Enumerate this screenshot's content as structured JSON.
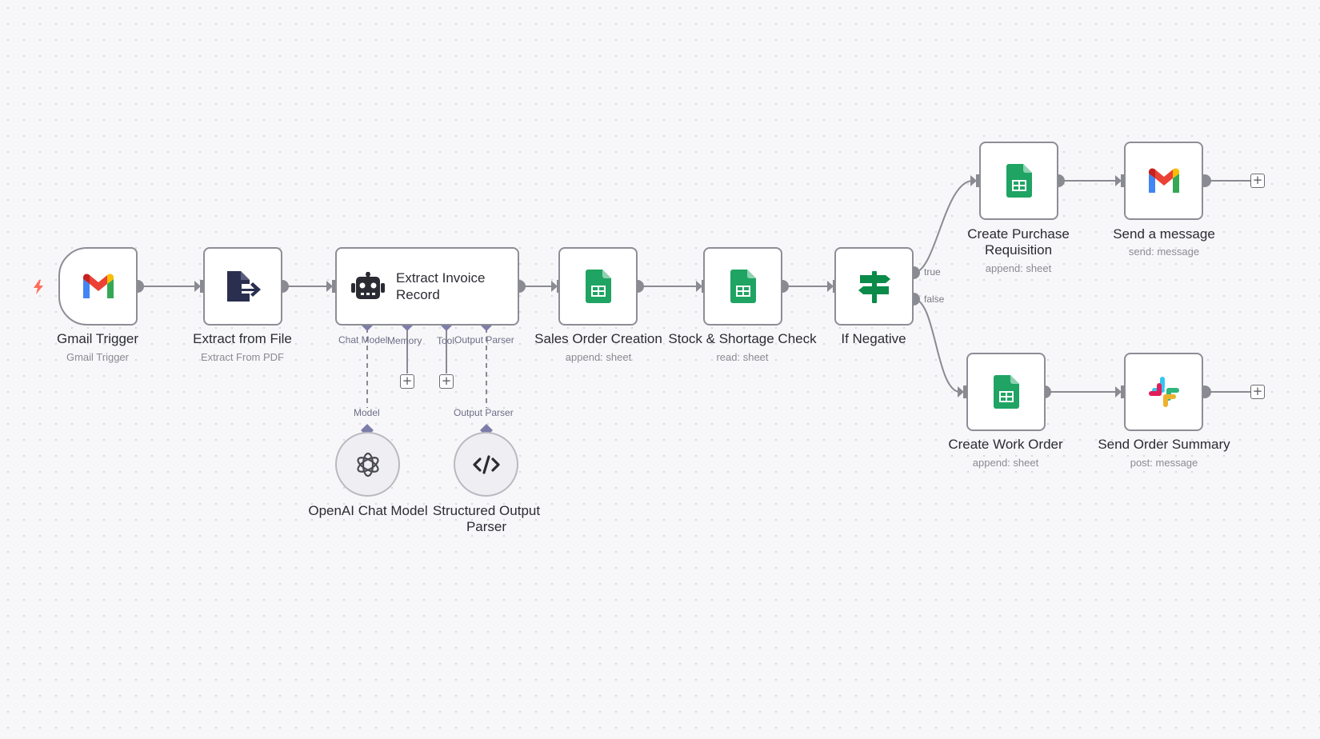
{
  "canvas": {
    "nodes": {
      "gmail_trigger": {
        "title": "Gmail Trigger",
        "subtitle": "Gmail Trigger",
        "icon": "gmail-icon"
      },
      "extract_file": {
        "title": "Extract from File",
        "subtitle": "Extract From PDF",
        "icon": "file-export-icon"
      },
      "agent": {
        "title": "Extract Invoice Record",
        "icon": "robot-icon",
        "ports": {
          "chat_model": "Chat Model",
          "memory": "Memory",
          "tool": "Tool",
          "output_parser": "Output Parser"
        }
      },
      "sales_order": {
        "title": "Sales Order Creation",
        "subtitle": "append: sheet",
        "icon": "google-sheets-icon"
      },
      "stock_check": {
        "title": "Stock & Shortage Check",
        "subtitle": "read: sheet",
        "icon": "google-sheets-icon"
      },
      "if_negative": {
        "title": "If Negative",
        "icon": "signpost-icon",
        "true_label": "true",
        "false_label": "false"
      },
      "purchase_req": {
        "title": "Create Purchase Requisition",
        "subtitle": "append: sheet",
        "icon": "google-sheets-icon"
      },
      "send_message": {
        "title": "Send a message",
        "subtitle": "send: message",
        "icon": "gmail-icon"
      },
      "work_order": {
        "title": "Create Work Order",
        "subtitle": "append: sheet",
        "icon": "google-sheets-icon"
      },
      "send_summary": {
        "title": "Send Order Summary",
        "subtitle": "post: message",
        "icon": "slack-icon"
      },
      "openai": {
        "title": "OpenAI Chat Model",
        "icon": "openai-icon",
        "port_label": "Model"
      },
      "parser": {
        "title": "Structured Output Parser",
        "icon": "code-icon",
        "port_label": "Output Parser"
      }
    },
    "add_button": "+"
  },
  "colors": {
    "edge": "#8a8a92",
    "port": "#7d7daa",
    "sheets": "#1fa463",
    "trigger": "#ff6d5a"
  }
}
